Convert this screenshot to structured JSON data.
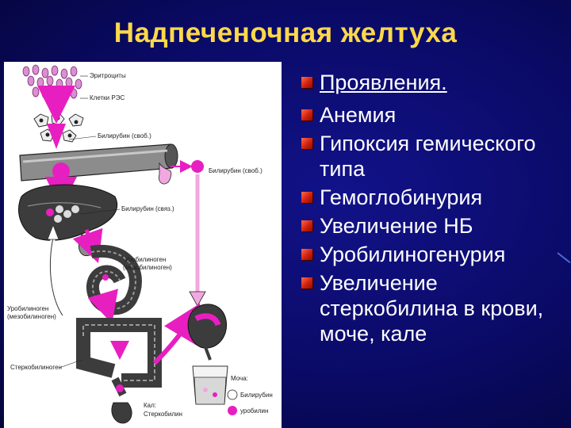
{
  "title": "Надпеченочная желтуха",
  "bullets": [
    "Проявления.",
    "Анемия",
    "Гипоксия гемического типа",
    "Гемоглобинурия",
    "Увеличение НБ",
    "Уробилиногенурия",
    "Увеличение стеркобилина в крови, моче, кале"
  ],
  "diagram": {
    "labels": {
      "erythrocytes": "Эритроциты",
      "res_cells": "Клетки РЭС",
      "bilirubin_free_1": "Билирубин (своб.)",
      "bilirubin_free_2": "Билирубин (своб.)",
      "bilirubin_bound": "Билирубин (связ.)",
      "urobilinogen_intestine_1": "Уробилиноген",
      "urobilinogen_intestine_2": "(мезобилиноген)",
      "urobilinogen_left_1": "Уробилиноген",
      "urobilinogen_left_2": "(мезобилиноген)",
      "stercobilinogen": "Стеркобилиноген",
      "urine": "Моча:",
      "legend_bilirubin": "Билирубин",
      "legend_urobilin": "уробилин",
      "feces_1": "Кал:",
      "feces_2": "Стеркобилин"
    },
    "colors": {
      "magenta": "#e81fc0",
      "light_pink": "#f0a8e0",
      "organ": "#3c3c3c"
    }
  }
}
